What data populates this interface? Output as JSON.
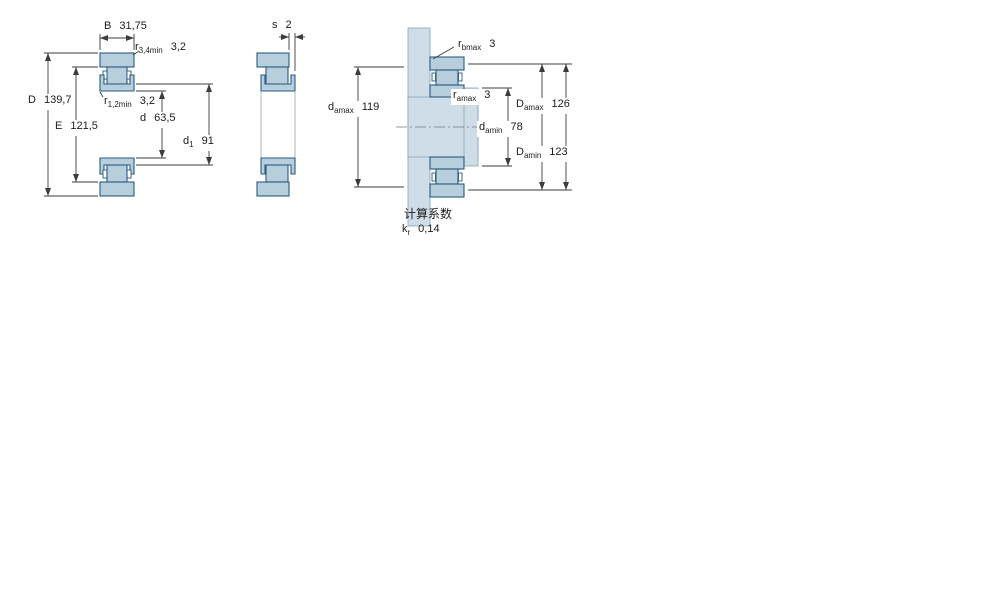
{
  "left": {
    "B": {
      "sym": "B",
      "val": "31,75"
    },
    "r34": {
      "sym": "r",
      "sub": "3,4min",
      "val": "3,2"
    },
    "D": {
      "sym": "D",
      "val": "139,7"
    },
    "E": {
      "sym": "E",
      "val": "121,5"
    },
    "r12": {
      "sym": "r",
      "sub": "1,2min",
      "val": "3,2"
    },
    "d": {
      "sym": "d",
      "val": "63,5"
    },
    "d1": {
      "sym": "d",
      "sub": "1",
      "val": "91"
    }
  },
  "middle": {
    "s": {
      "sym": "s",
      "val": "2"
    }
  },
  "right": {
    "rb": {
      "sym": "r",
      "sub": "bmax",
      "val": "3"
    },
    "damax": {
      "sym": "d",
      "sub": "amax",
      "val": "119"
    },
    "ra": {
      "sym": "r",
      "sub": "amax",
      "val": "3"
    },
    "damin": {
      "sym": "d",
      "sub": "amin",
      "val": "78"
    },
    "Damax": {
      "sym": "D",
      "sub": "amax",
      "val": "126"
    },
    "Damin": {
      "sym": "D",
      "sub": "amin",
      "val": "123"
    }
  },
  "calc": {
    "title": "计算系数",
    "kr": {
      "sym": "k",
      "sub": "r",
      "val": "0,14"
    }
  },
  "colors": {
    "bearing_fill": "#b7cfdd",
    "bearing_stroke": "#2a5a80",
    "abutment_fill": "#cfdde8",
    "abutment_stroke": "#86a2b4",
    "dim_color": "#3c3c3c"
  }
}
